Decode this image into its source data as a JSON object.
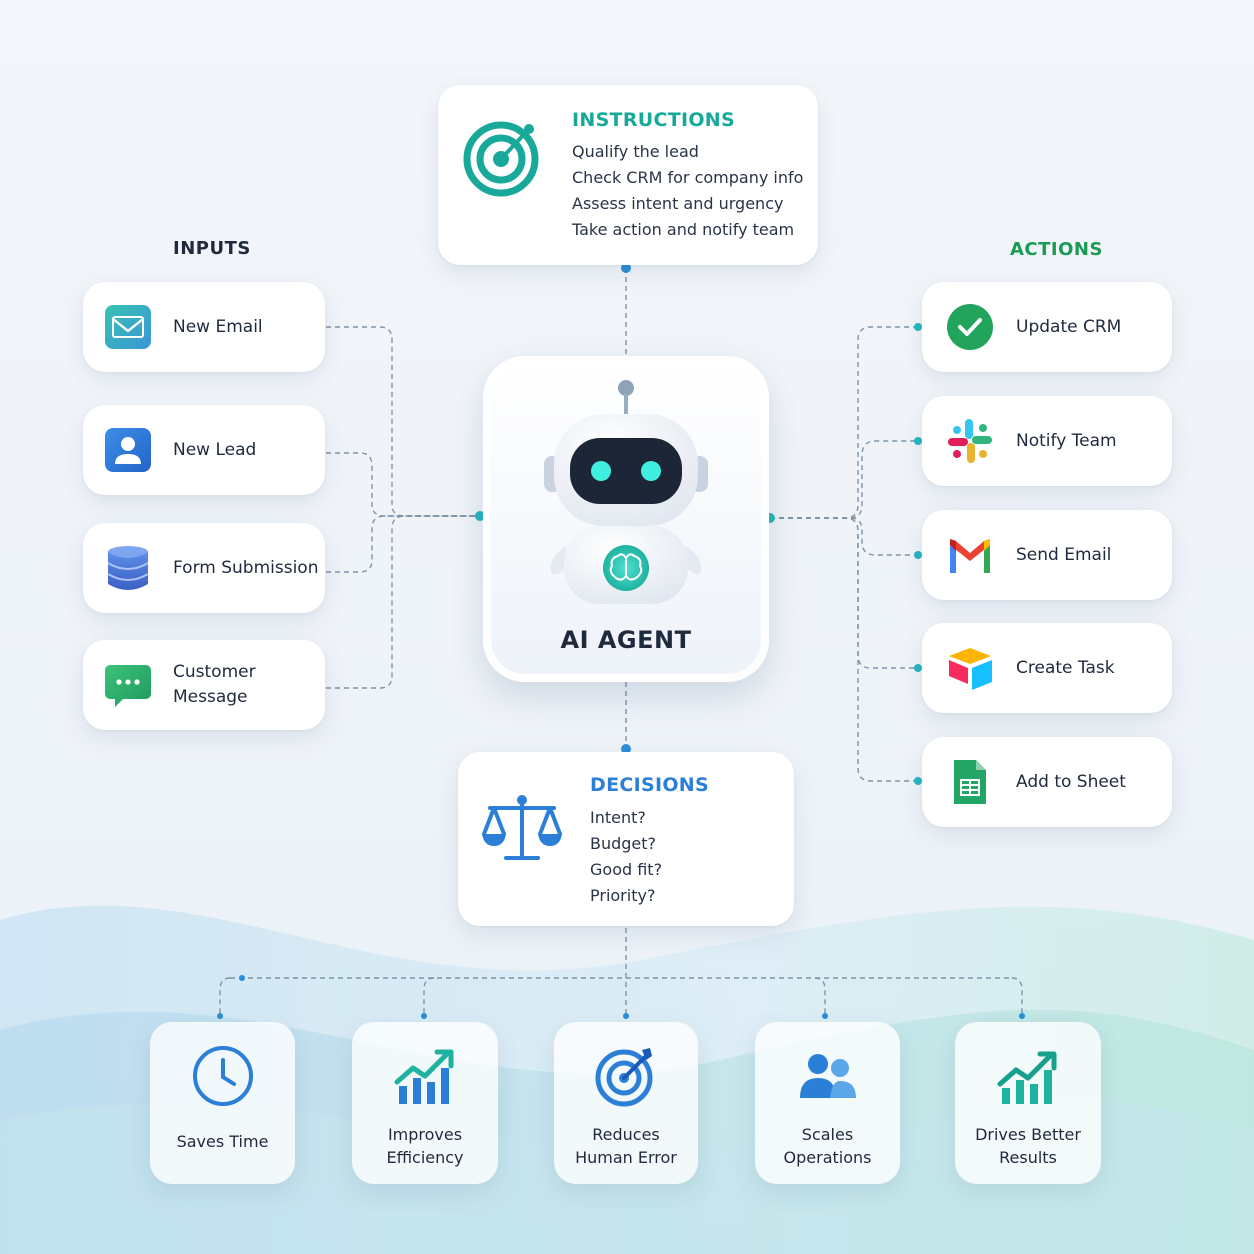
{
  "inputs": {
    "title": "INPUTS",
    "items": [
      {
        "label": "New Email",
        "icon": "email-icon"
      },
      {
        "label": "New Lead",
        "icon": "user-icon"
      },
      {
        "label": "Form Submission",
        "icon": "database-icon"
      },
      {
        "label": "Customer Message",
        "icon": "chat-icon"
      }
    ]
  },
  "instructions": {
    "title": "INSTRUCTIONS",
    "icon": "target-icon",
    "lines": [
      "Qualify the lead",
      "Check CRM for company info",
      "Assess intent and urgency",
      "Take action and notify team"
    ]
  },
  "agent": {
    "label": "AI AGENT",
    "icon": "robot-icon"
  },
  "actions": {
    "title": "ACTIONS",
    "items": [
      {
        "label": "Update CRM",
        "icon": "check-circle-icon"
      },
      {
        "label": "Notify Team",
        "icon": "slack-icon"
      },
      {
        "label": "Send Email",
        "icon": "gmail-icon"
      },
      {
        "label": "Create Task",
        "icon": "airtable-icon"
      },
      {
        "label": "Add to Sheet",
        "icon": "sheets-icon"
      }
    ]
  },
  "decisions": {
    "title": "DECISIONS",
    "icon": "scales-icon",
    "lines": [
      "Intent?",
      "Budget?",
      "Good fit?",
      "Priority?"
    ]
  },
  "benefits": [
    {
      "line1": "Saves Time",
      "line2": "",
      "icon": "clock-icon"
    },
    {
      "line1": "Improves",
      "line2": "Efficiency",
      "icon": "growth-chart-icon"
    },
    {
      "line1": "Reduces",
      "line2": "Human Error",
      "icon": "target-arrow-icon"
    },
    {
      "line1": "Scales",
      "line2": "Operations",
      "icon": "people-icon"
    },
    {
      "line1": "Drives Better",
      "line2": "Results",
      "icon": "results-chart-icon"
    }
  ],
  "colors": {
    "teal": "#16a99a",
    "green": "#1a9b53",
    "blue": "#2b7fd6",
    "navy": "#1f2a3d",
    "connector": "#7f93a8"
  }
}
